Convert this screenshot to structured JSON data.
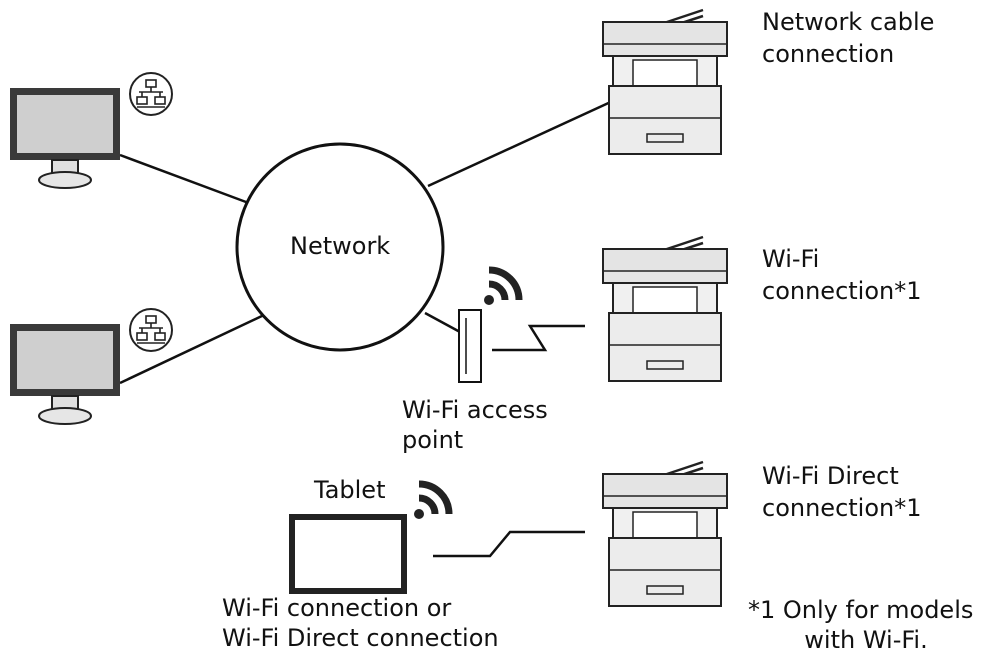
{
  "network": {
    "label": "Network"
  },
  "printers": {
    "cable": {
      "line1": "Network cable",
      "line2": "connection"
    },
    "wifi": {
      "line1": "Wi-Fi",
      "line2": "connection*1"
    },
    "direct": {
      "line1": "Wi-Fi Direct",
      "line2": "connection*1"
    }
  },
  "access_point": {
    "line1": "Wi-Fi access",
    "line2": "point"
  },
  "tablet": {
    "label": "Tablet",
    "caption_line1": "Wi-Fi connection or",
    "caption_line2": "Wi-Fi Direct connection"
  },
  "footnote": {
    "line1": "*1 Only for models",
    "line2": "with Wi-Fi."
  },
  "icons": {
    "computer": "monitor-icon",
    "lan": "lan-network-icon",
    "printer": "mfp-printer-icon",
    "wifi": "wifi-signal-icon",
    "tablet": "tablet-icon",
    "access_point": "access-point-icon"
  }
}
